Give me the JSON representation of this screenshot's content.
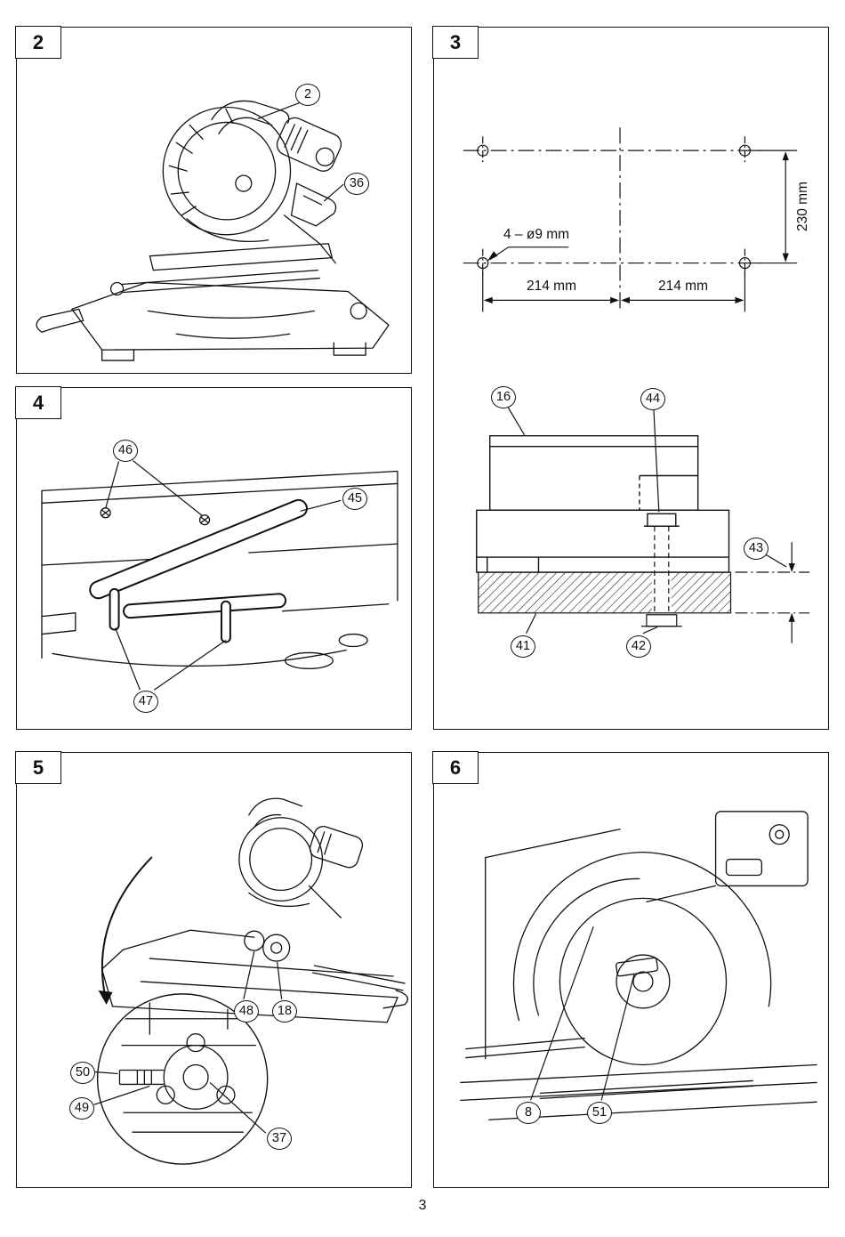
{
  "page": {
    "number": "3"
  },
  "panel2": {
    "label": "2",
    "callout_2": "2",
    "callout_36": "36"
  },
  "panel3": {
    "label": "3",
    "dim_height": "230 mm",
    "dim_left": "214 mm",
    "dim_right": "214 mm",
    "holes_label": "4 – ø9 mm",
    "callout_16": "16",
    "callout_44": "44",
    "callout_43": "43",
    "callout_41": "41",
    "callout_42": "42"
  },
  "panel4": {
    "label": "4",
    "callout_46": "46",
    "callout_45": "45",
    "callout_47": "47"
  },
  "panel5": {
    "label": "5",
    "callout_48": "48",
    "callout_18": "18",
    "callout_50": "50",
    "callout_49": "49",
    "callout_37": "37"
  },
  "panel6": {
    "label": "6",
    "callout_8": "8",
    "callout_51": "51"
  }
}
